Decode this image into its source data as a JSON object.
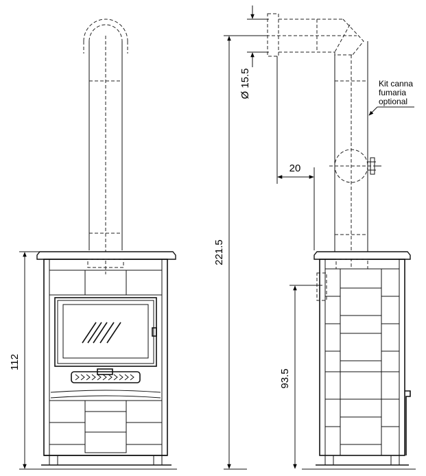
{
  "dimensions": {
    "front_height": "112",
    "total_height": "221.5",
    "flue_diameter": "Ø 15.5",
    "flue_offset": "20",
    "outlet_height": "93.5"
  },
  "notes": {
    "kit_line1": "Kit canna",
    "kit_line2": "fumaria",
    "kit_line3": "optional"
  }
}
